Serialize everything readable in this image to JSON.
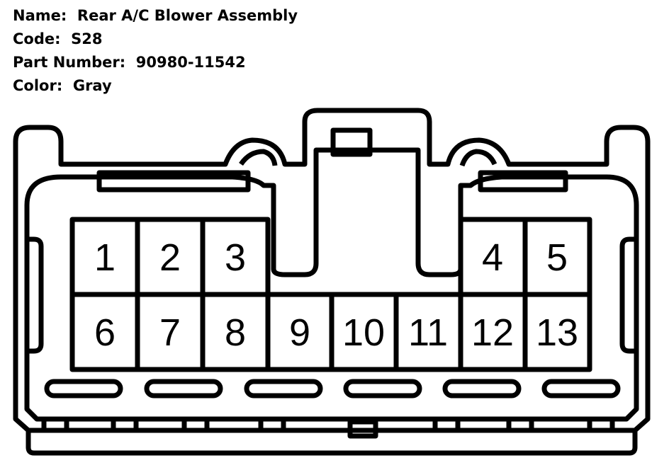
{
  "info": {
    "name_label": "Name:",
    "name_value": "Rear A/C Blower Assembly",
    "code_label": "Code:",
    "code_value": "S28",
    "part_label": "Part Number:",
    "part_value": "90980-11542",
    "color_label": "Color:",
    "color_value": "Gray"
  },
  "pins": {
    "p1": "1",
    "p2": "2",
    "p3": "3",
    "p4": "4",
    "p5": "5",
    "p6": "6",
    "p7": "7",
    "p8": "8",
    "p9": "9",
    "p10": "10",
    "p11": "11",
    "p12": "12",
    "p13": "13"
  }
}
